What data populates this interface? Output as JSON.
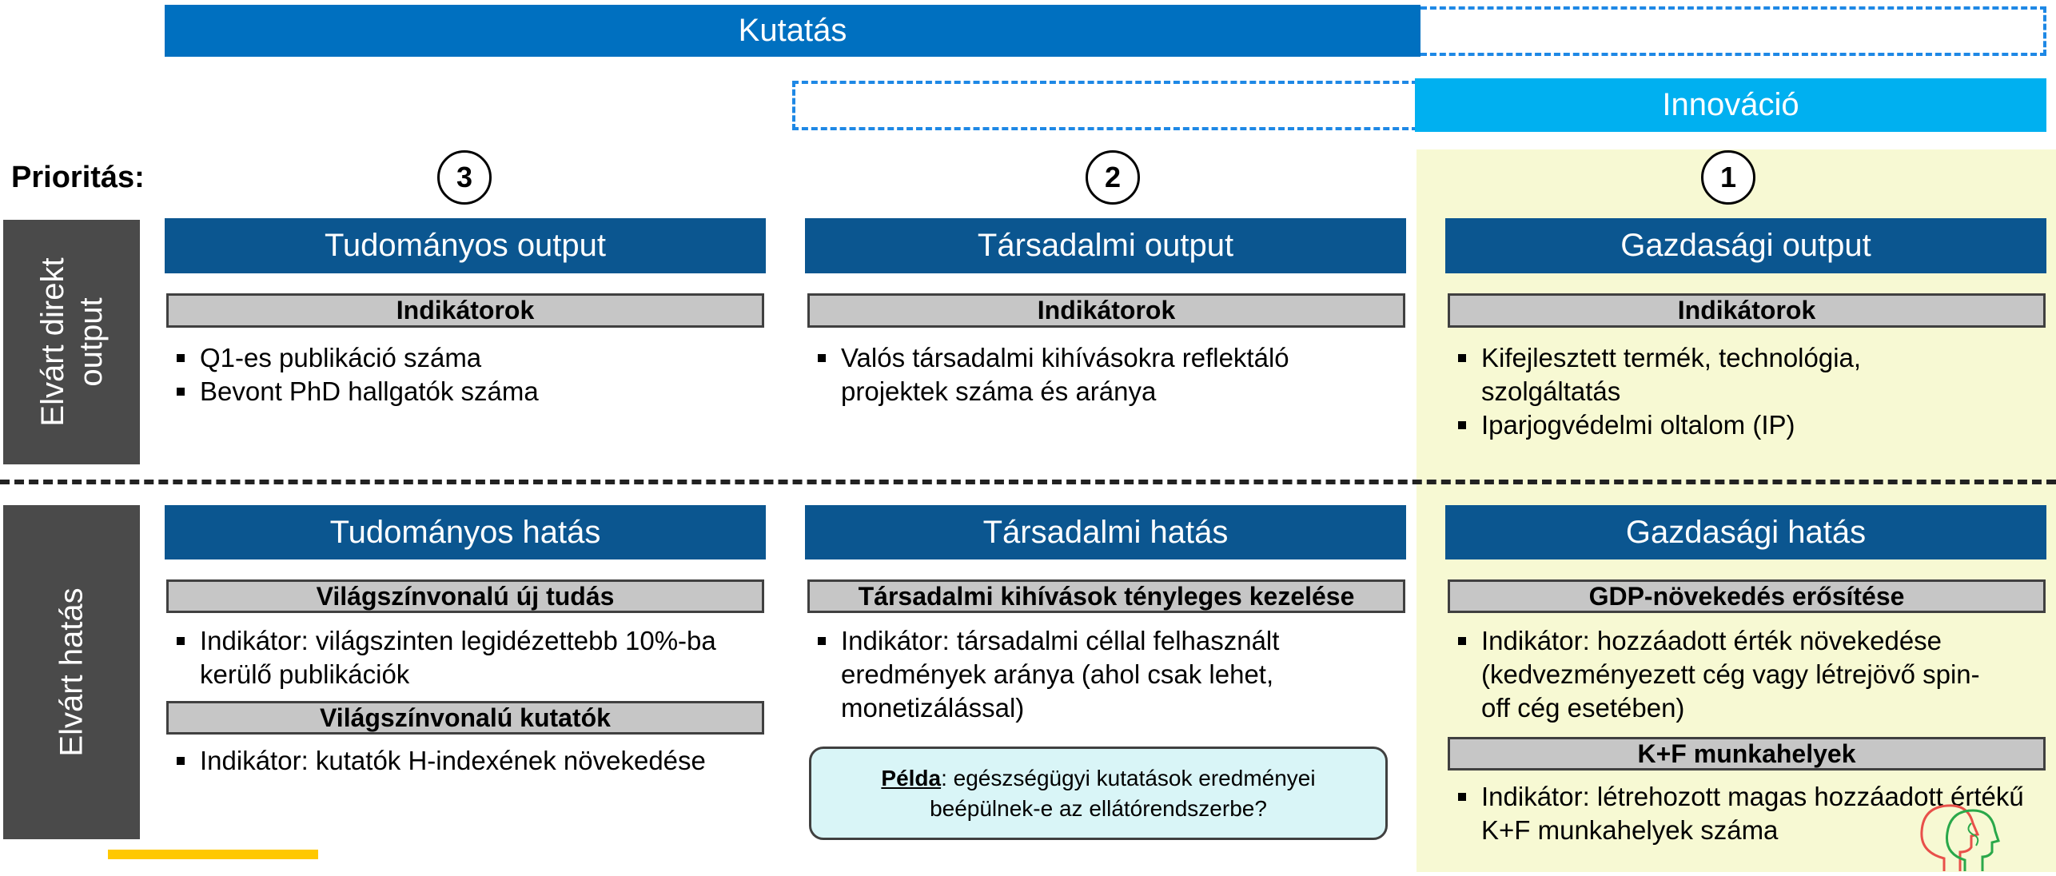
{
  "top_bars": {
    "research": "Kutatás",
    "innovation": "Innováció"
  },
  "priority_label": "Prioritás:",
  "side_labels": {
    "direct_output": "Elvárt direkt output",
    "impact": "Elvárt hatás"
  },
  "columns": [
    {
      "priority": "3",
      "output_title": "Tudományos output",
      "output_indicator_header": "Indikátorok",
      "output_bullets": [
        "Q1-es publikáció száma",
        "Bevont PhD hallgatók száma"
      ],
      "impact_title": "Tudományos hatás",
      "impact_sections": [
        {
          "header": "Világszínvonalú új tudás",
          "bullets": [
            "Indikátor: világszinten legidézettebb 10%-ba kerülő publikációk"
          ]
        },
        {
          "header": "Világszínvonalú kutatók",
          "bullets": [
            "Indikátor: kutatók H-indexének növekedése"
          ]
        }
      ]
    },
    {
      "priority": "2",
      "output_title": "Társadalmi output",
      "output_indicator_header": "Indikátorok",
      "output_bullets": [
        "Valós társadalmi kihívásokra reflektáló projektek száma és aránya"
      ],
      "impact_title": "Társadalmi hatás",
      "impact_sections": [
        {
          "header": "Társadalmi kihívások tényleges kezelése",
          "bullets": [
            "Indikátor: társadalmi céllal felhasznált eredmények aránya (ahol csak lehet, monetizálással)"
          ]
        }
      ],
      "example": {
        "word": "Példa",
        "text": ": egészségügyi kutatások eredményei beépülnek-e az ellátórendszerbe?"
      }
    },
    {
      "priority": "1",
      "output_title": "Gazdasági output",
      "output_indicator_header": "Indikátorok",
      "output_bullets": [
        "Kifejlesztett termék, technológia, szolgáltatás",
        "Iparjogvédelmi oltalom (IP)"
      ],
      "impact_title": "Gazdasági hatás",
      "impact_sections": [
        {
          "header": "GDP-növekedés erősítése",
          "bullets": [
            "Indikátor: hozzáadott érték növekedése (kedvezményezett cég vagy létrejövő spin-off cég esetében)"
          ]
        },
        {
          "header": "K+F munkahelyek",
          "bullets": [
            "Indikátor: létrehozott magas hozzáadott értékű K+F munkahelyek száma"
          ]
        }
      ]
    }
  ],
  "icons": {
    "head": "head-profile-icon"
  },
  "colors": {
    "research_bar": "#0070c0",
    "innovation_bar": "#00b0f0",
    "header_blue": "#0b5690",
    "highlight": "#f7f9d3",
    "example_bg": "#d9f5f7"
  }
}
